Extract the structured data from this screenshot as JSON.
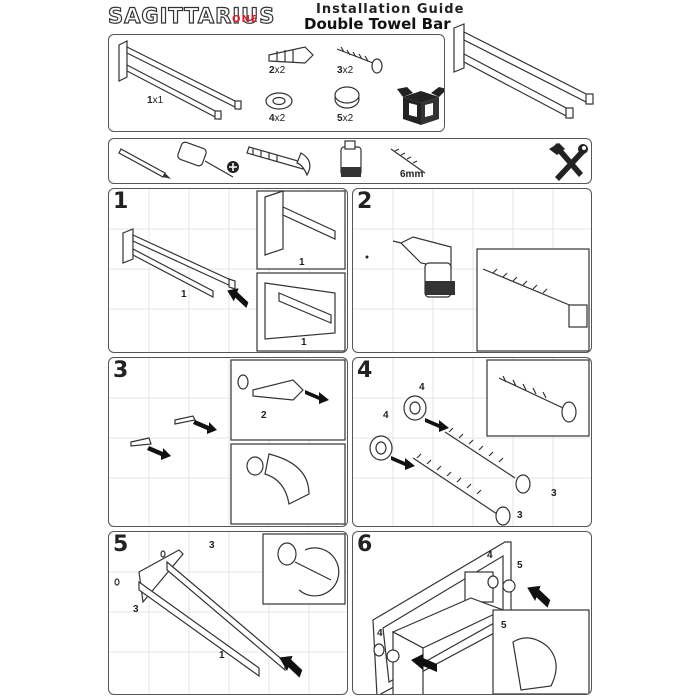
{
  "header": {
    "brand": "SAGITTARIUS",
    "brand_sub": "ONE",
    "title": "Installation Guide",
    "product": "Double Towel Bar"
  },
  "parts": [
    {
      "name": "towel-bar",
      "label": "1",
      "qty": "x1"
    },
    {
      "name": "wall-plug",
      "label": "2",
      "qty": "x2"
    },
    {
      "name": "screw",
      "label": "3",
      "qty": "x2"
    },
    {
      "name": "washer",
      "label": "4",
      "qty": "x2"
    },
    {
      "name": "cap",
      "label": "5",
      "qty": "x2"
    }
  ],
  "tools": {
    "drill_bit_size": "6mm"
  },
  "steps": [
    {
      "num": "1",
      "callouts": [
        "1",
        "1",
        "1"
      ]
    },
    {
      "num": "2"
    },
    {
      "num": "3",
      "callouts": [
        "2"
      ]
    },
    {
      "num": "4",
      "callouts": [
        "4",
        "4",
        "3",
        "3"
      ]
    },
    {
      "num": "5",
      "callouts": [
        "3",
        "3",
        "1"
      ]
    },
    {
      "num": "6",
      "callouts": [
        "4",
        "5",
        "4",
        "5"
      ]
    }
  ],
  "colors": {
    "outline": "#333333",
    "brand_accent": "#d81f26",
    "grid": "#e4e4e4"
  }
}
